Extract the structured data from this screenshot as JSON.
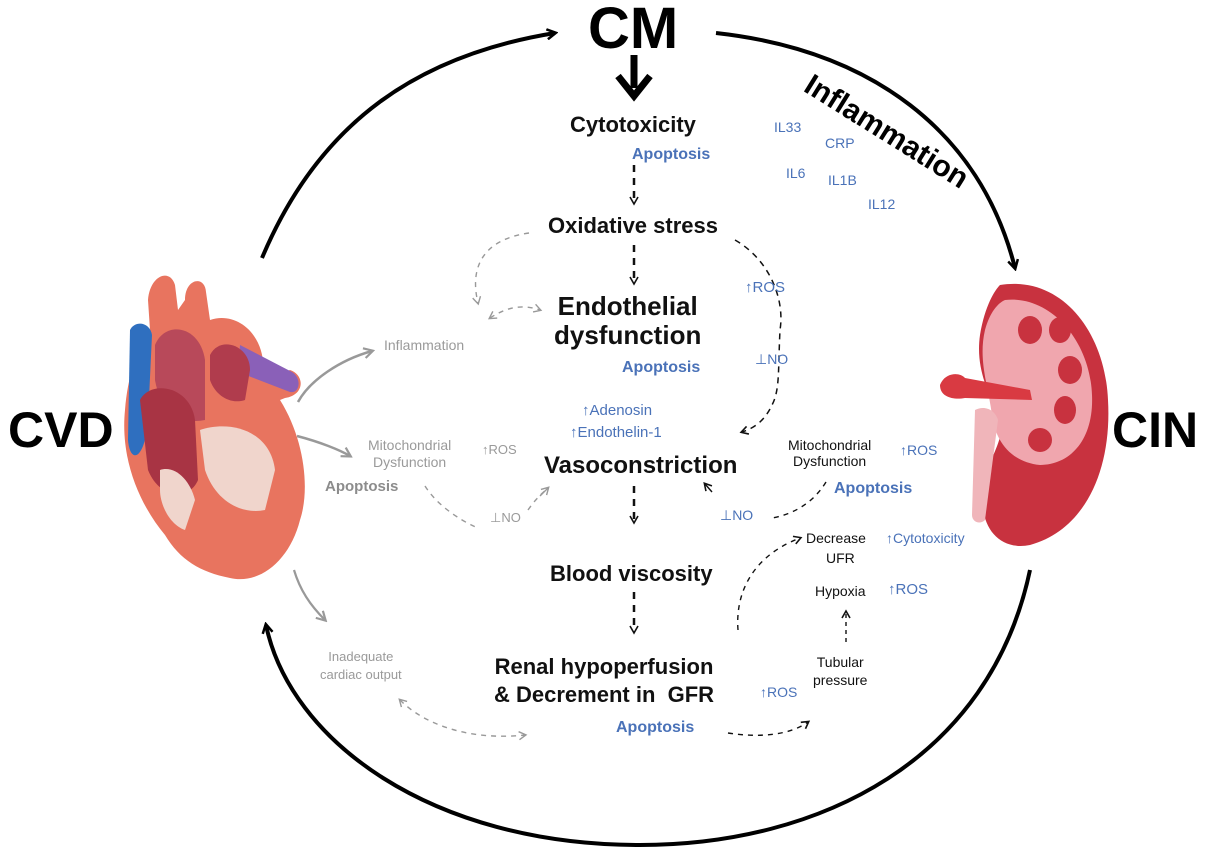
{
  "nodes": {
    "cm": "CM",
    "cvd": "CVD",
    "cin": "CIN",
    "inflammation_arc": "Inflammation"
  },
  "cascade": {
    "cytotoxicity": "Cytotoxicity",
    "cytotoxicity_apoptosis": "Apoptosis",
    "oxidative_stress": "Oxidative stress",
    "endothelial_line1": "Endothelial",
    "endothelial_line2": "dysfunction",
    "endothelial_apoptosis": "Apoptosis",
    "adenosin": "↑Adenosin",
    "endothelin": "↑Endothelin-1",
    "vasoconstriction": "Vasoconstriction",
    "blood_viscosity": "Blood viscosity",
    "renal_line1": "Renal hypoperfusion",
    "renal_line2": "& Decrement in  GFR",
    "renal_ros": "↑ROS",
    "renal_apoptosis": "Apoptosis"
  },
  "cytokines": [
    "IL33",
    "CRP",
    "IL6",
    "IL1B",
    "IL12"
  ],
  "right_path": {
    "ros": "↑ROS",
    "no": "⊥NO"
  },
  "kidney_side": {
    "mito_line1": "Mitochondrial",
    "mito_line2": "Dysfunction",
    "mito_ros": "↑ROS",
    "mito_apoptosis": "Apoptosis",
    "no": "⊥NO",
    "decrease": "Decrease",
    "ufr": "UFR",
    "cytotoxicity": "↑Cytotoxicity",
    "hypoxia": "Hypoxia",
    "hypoxia_ros": "↑ROS",
    "tubular_line1": "Tubular",
    "tubular_line2": "pressure"
  },
  "heart_side": {
    "inflammation": "Inflammation",
    "mito_line1": "Mitochondrial",
    "mito_line2": "Dysfunction",
    "mito_ros": "↑ROS",
    "mito_apoptosis": "Apoptosis",
    "no": "⊥NO",
    "cardiac_line1": "Inadequate",
    "cardiac_line2": "cardiac output"
  },
  "colors": {
    "blue": "#4a72b8",
    "gray": "#9a9a9a",
    "heart": "#e8745f",
    "kidney": "#c8323f"
  }
}
